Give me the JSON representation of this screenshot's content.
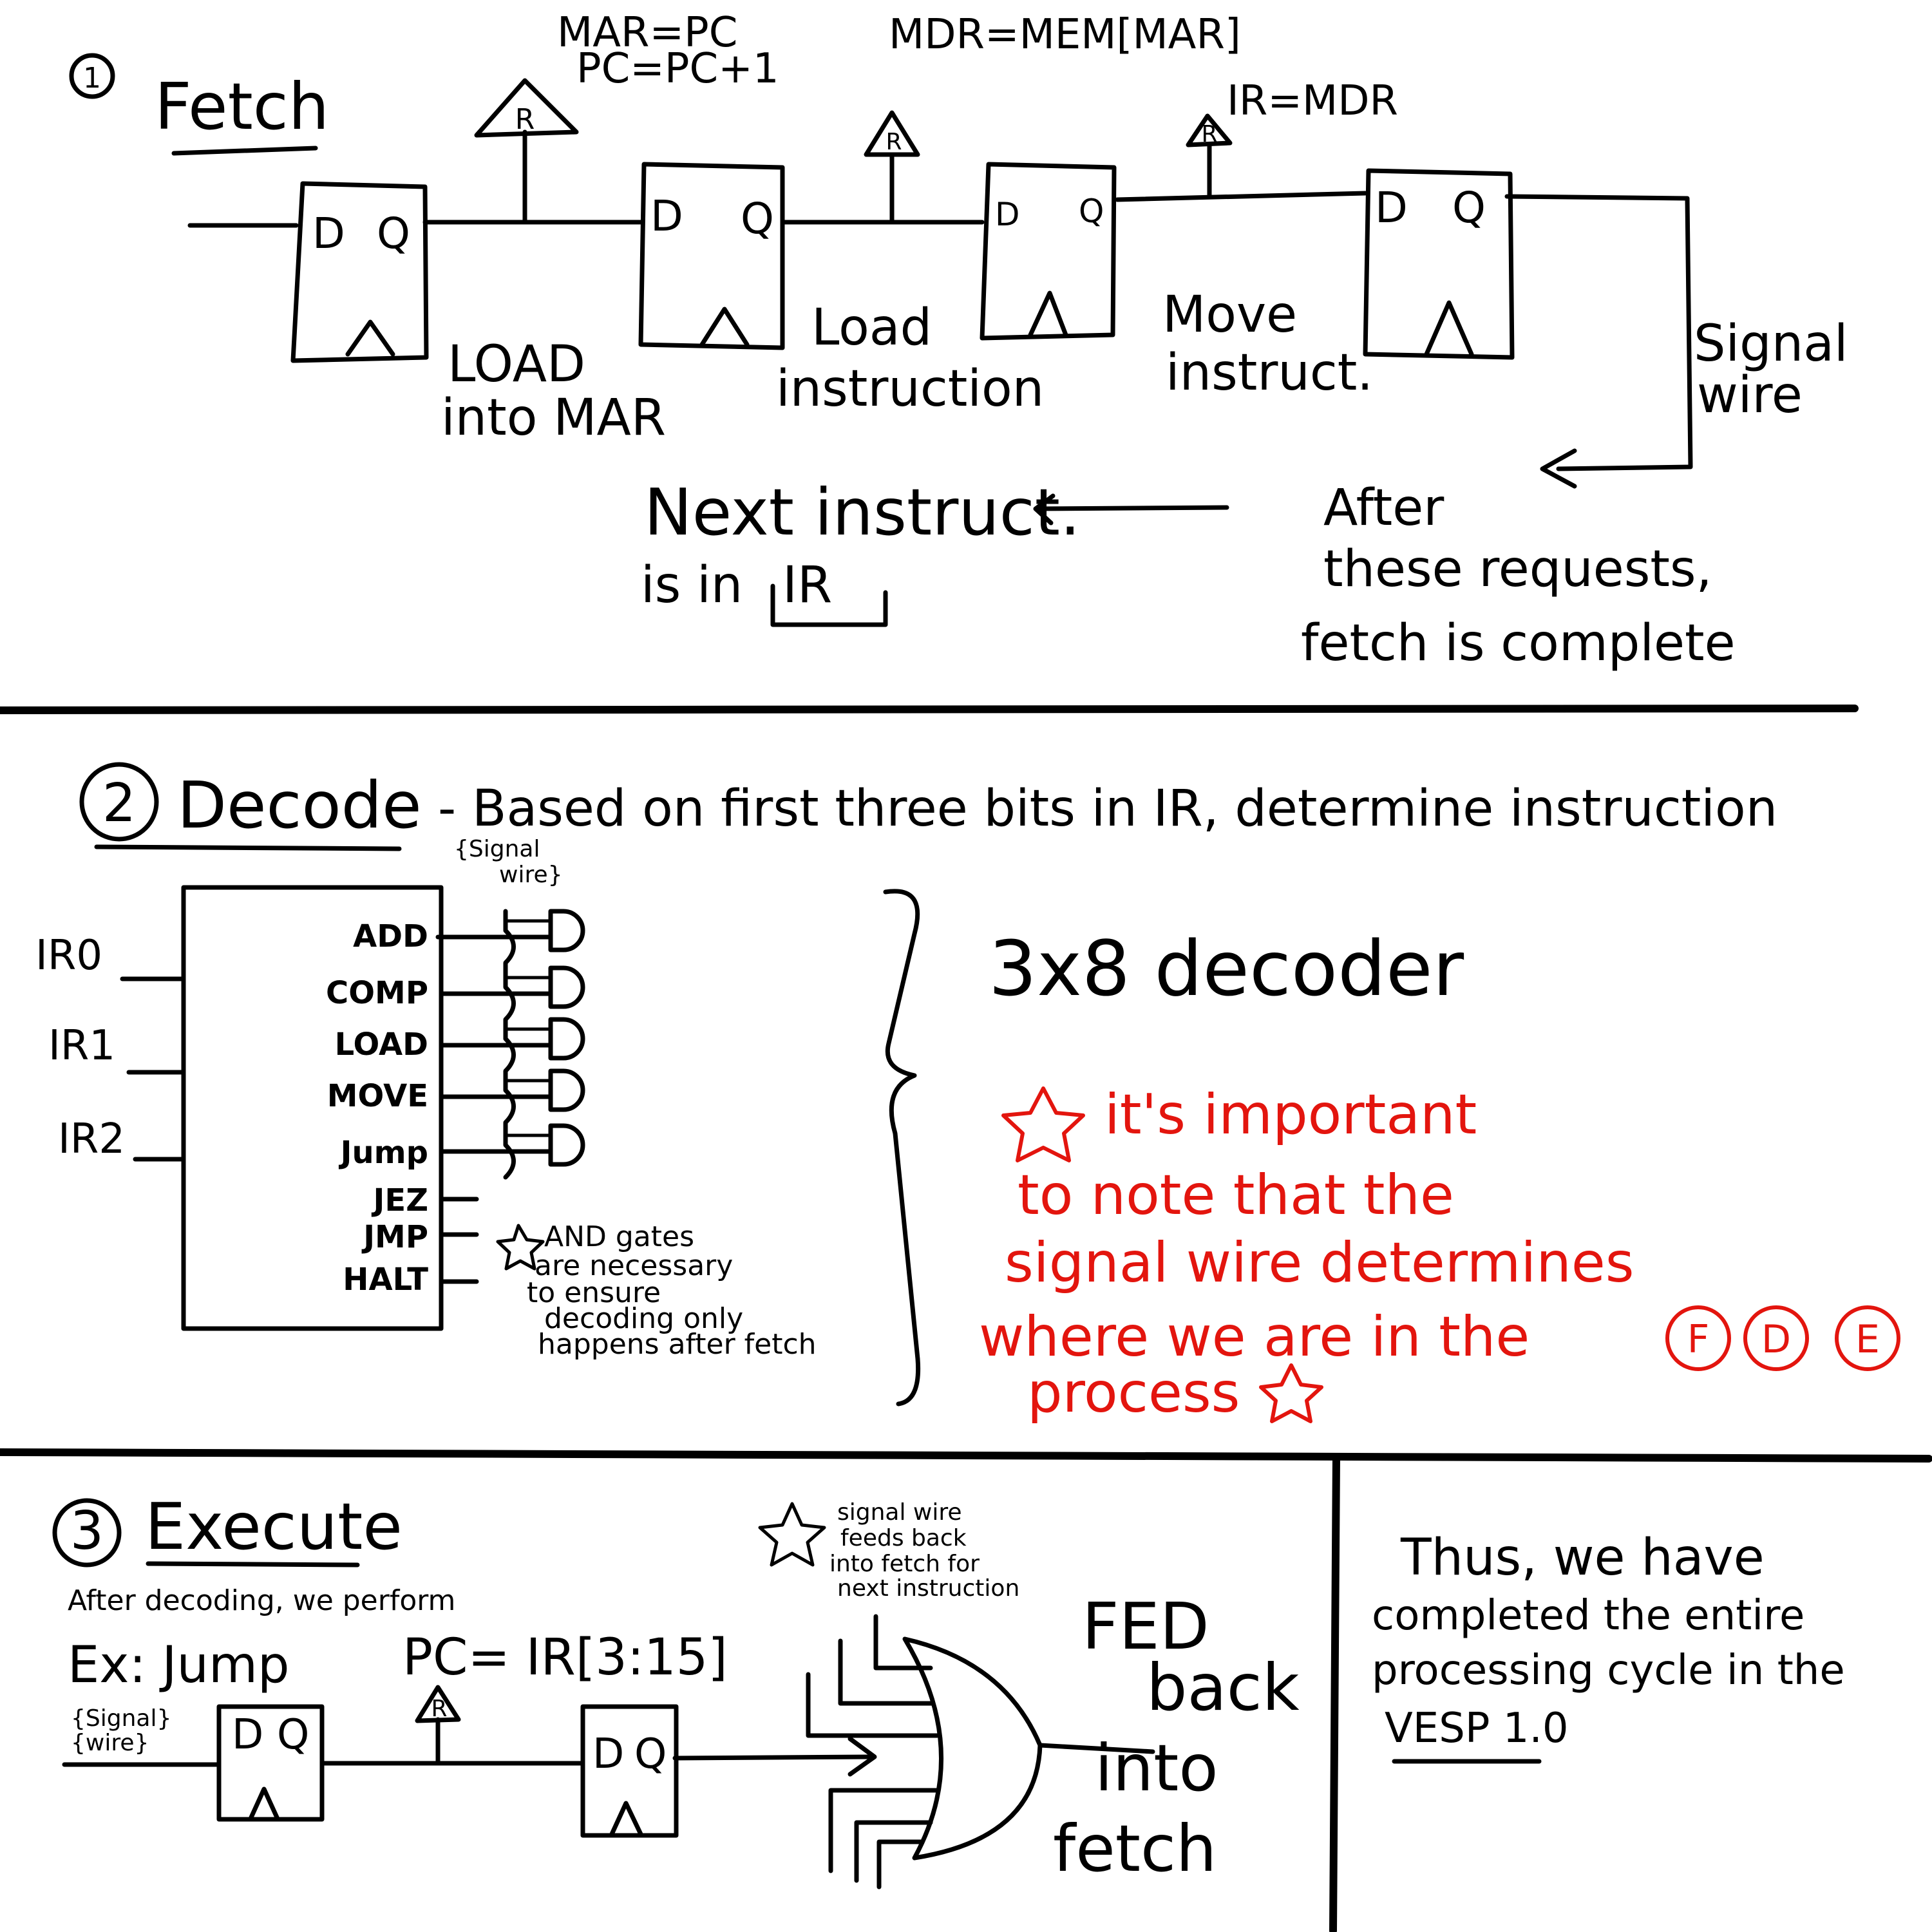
{
  "fetch": {
    "num": "1",
    "title": "Fetch",
    "reg_labels": [
      "MAR=PC",
      "PC=PC+1",
      "MDR=MEM[MAR]",
      "IR=MDR"
    ],
    "ff_d": "D",
    "ff_q": "Q",
    "ctrl": "R",
    "stage_captions": [
      "LOAD",
      "into MAR",
      "Load",
      "instruction",
      "Move",
      "instruct."
    ],
    "side": [
      "Signal",
      "wire"
    ],
    "next": [
      "Next instruct.",
      "is in",
      "IR"
    ],
    "after": [
      "After",
      "these requests,",
      "fetch is complete"
    ]
  },
  "decode": {
    "num": "2",
    "title": "Decode",
    "subtitle": "- Based on first three bits in IR, determine instruction",
    "signal_wire": [
      "{Signal",
      "wire}"
    ],
    "inputs": [
      "IR0",
      "IR1",
      "IR2"
    ],
    "outputs": [
      "ADD",
      "COMP",
      "LOAD",
      "MOVE",
      "Jump",
      "JEZ",
      "JMP",
      "HALT"
    ],
    "and_note": [
      "AND gates",
      "are necessary",
      "to ensure",
      "decoding only",
      "happens after fetch"
    ],
    "decoder_label": "3x8 decoder",
    "red_note": [
      "it's important",
      "to note that the",
      "signal wire determines",
      "where we are in the",
      "process"
    ],
    "fde": [
      "F",
      "D",
      "E"
    ],
    "colors": {
      "red": "#e3150e"
    }
  },
  "execute": {
    "num": "3",
    "title": "Execute",
    "desc": "After decoding, we perform",
    "example": "Ex: Jump",
    "pc": "PC= IR[3:15]",
    "signal_wire": [
      "{Signal}",
      "{wire}"
    ],
    "feed_note": [
      "signal wire",
      "feeds back",
      "into fetch for",
      "next instruction"
    ],
    "fed_back": [
      "FED",
      "back",
      "into",
      "fetch"
    ]
  },
  "summary": [
    "Thus, we have",
    "completed the entire",
    "processing cycle in the",
    "VESP 1.0"
  ]
}
